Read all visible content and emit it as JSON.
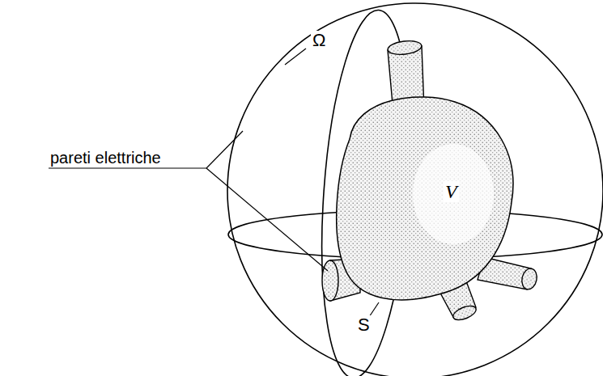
{
  "diagram": {
    "labels": [
      "Ω",
      "pareti elettriche",
      "V",
      "S"
    ]
  }
}
